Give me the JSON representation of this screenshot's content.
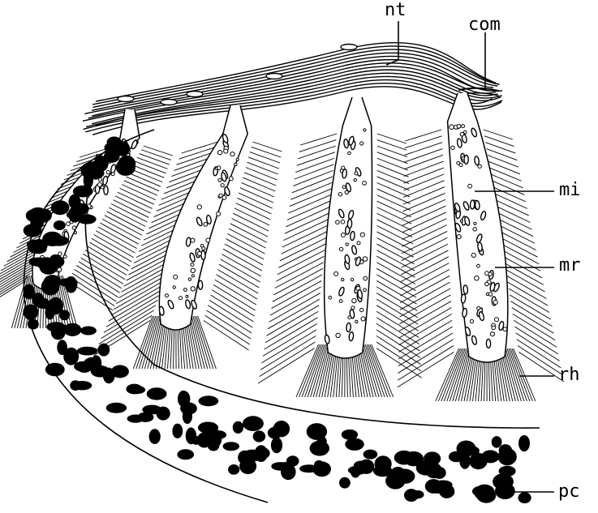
{
  "labels": {
    "nt": "nt",
    "com": "com",
    "mi": "mi",
    "mr": "mr",
    "rh": "rh",
    "pc": "pc"
  },
  "colors": {
    "ink": "#000000",
    "paper": "#ffffff"
  }
}
